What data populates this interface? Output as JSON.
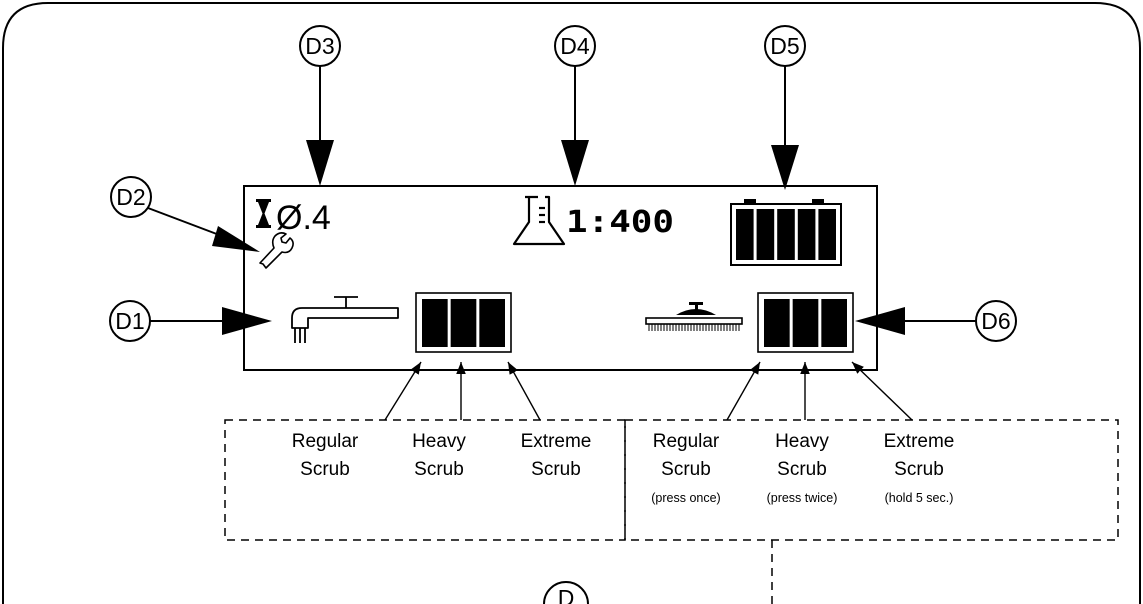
{
  "callouts": {
    "d1": "D1",
    "d2": "D2",
    "d3": "D3",
    "d4": "D4",
    "d5": "D5",
    "d6": "D6",
    "bottom": "D"
  },
  "display": {
    "hour_meter_value": "Ø.4",
    "dilution_ratio": "1:400",
    "battery_bars": 5,
    "left_pressure_bars": 3,
    "right_pressure_bars": 3
  },
  "left_levels": [
    {
      "line1": "Regular",
      "line2": "Scrub"
    },
    {
      "line1": "Heavy",
      "line2": "Scrub"
    },
    {
      "line1": "Extreme",
      "line2": "Scrub"
    }
  ],
  "right_levels": [
    {
      "line1": "Regular",
      "line2": "Scrub",
      "note": "(press once)"
    },
    {
      "line1": "Heavy",
      "line2": "Scrub",
      "note": "(press twice)"
    },
    {
      "line1": "Extreme",
      "line2": "Scrub",
      "note": "(hold 5 sec.)"
    }
  ],
  "icons": {
    "hourglass": "hourglass-icon",
    "wrench": "wrench-icon",
    "flask": "flask-icon",
    "battery": "battery-icon",
    "solution": "solution-nozzle-icon",
    "brush": "scrub-brush-icon"
  }
}
